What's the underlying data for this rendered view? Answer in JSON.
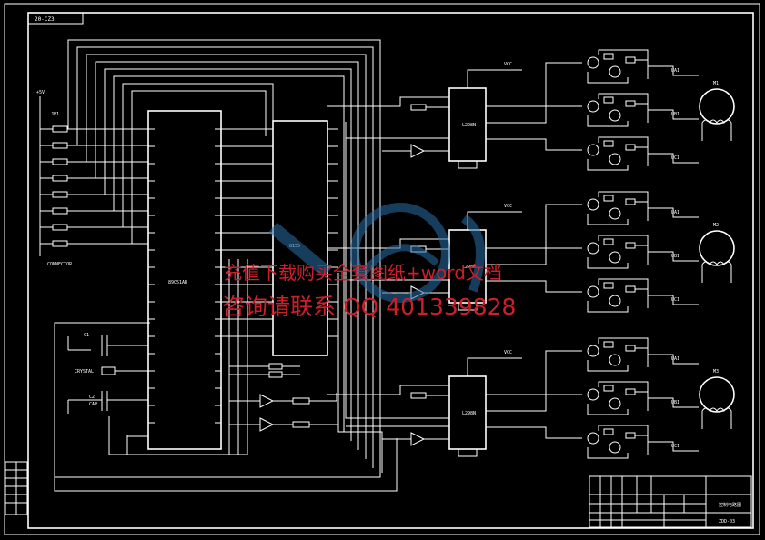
{
  "drawing": {
    "title_tag": "20-CZ3",
    "left_label": "+5V",
    "connector_label": "JP1",
    "connector_bottom": "CONNECTOR",
    "mcu_label": "89C51AB",
    "latch_label": "8155",
    "driver_labels": [
      "L298N",
      "L298N",
      "L298N"
    ],
    "motor_labels": [
      "M1",
      "M2",
      "M3"
    ],
    "crystal_label": "CRYSTAL",
    "cap_labels": [
      "C1",
      "C2",
      "CAP"
    ],
    "phase_labels": [
      "UA1",
      "UB1",
      "UC1"
    ],
    "vcc_label": "VCC"
  },
  "watermark": {
    "line1": "充值下载购买全套图纸+word文档",
    "line2": "咨询请联系 QQ 401339828"
  },
  "title_block": {
    "drawing_name": "控制电路图",
    "drawing_number": "ZDD-03"
  },
  "colors": {
    "background": "#000000",
    "lines": "#ffffff",
    "watermark_text": "#cc1f2a",
    "watermark_logo": "#2a6fa8"
  }
}
